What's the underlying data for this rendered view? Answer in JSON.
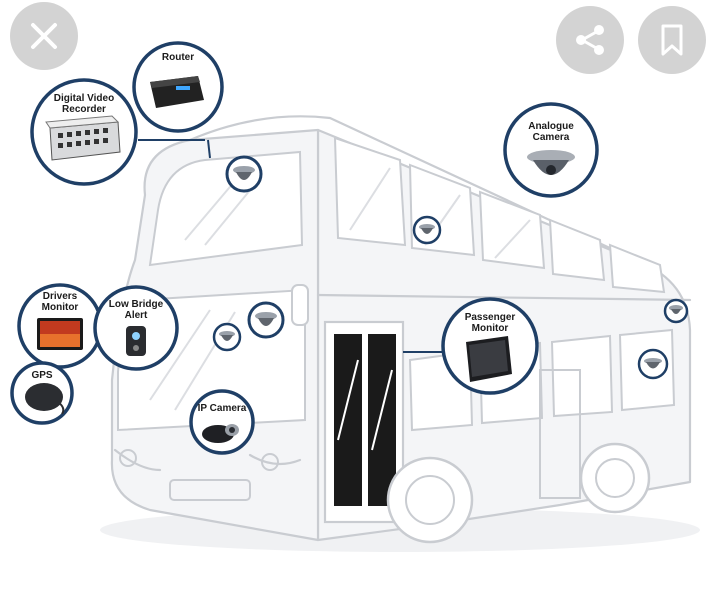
{
  "labels": {
    "router": "Router",
    "dvr_line1": "Digital Video",
    "dvr_line2": "Recorder",
    "analogue_line1": "Analogue",
    "analogue_line2": "Camera",
    "drivers_line1": "Drivers",
    "drivers_line2": "Monitor",
    "lowbridge_line1": "Low Bridge",
    "lowbridge_line2": "Alert",
    "gps": "GPS",
    "passenger_line1": "Passenger",
    "passenger_line2": "Monitor",
    "ipcamera": "IP Camera"
  },
  "icons": {
    "close": "close-icon",
    "share": "share-icon",
    "bookmark": "bookmark-icon"
  },
  "colors": {
    "ring": "#1f3f66",
    "bus_outline": "#c9ccd1",
    "button_bg": "#d3d3d3"
  }
}
